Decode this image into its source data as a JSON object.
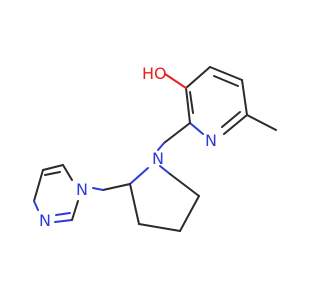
{
  "molecule": {
    "atoms": {
      "hydroxyl": "HO",
      "pyridine_n": "N",
      "pyrrolidine_n": "N",
      "imidazole_n1": "N",
      "imidazole_n3": "N"
    },
    "colors": {
      "bond": "#2b2b2b",
      "oxygen": "#e8231f",
      "nitrogen": "#2f3bd8",
      "background": "#ffffff"
    }
  }
}
